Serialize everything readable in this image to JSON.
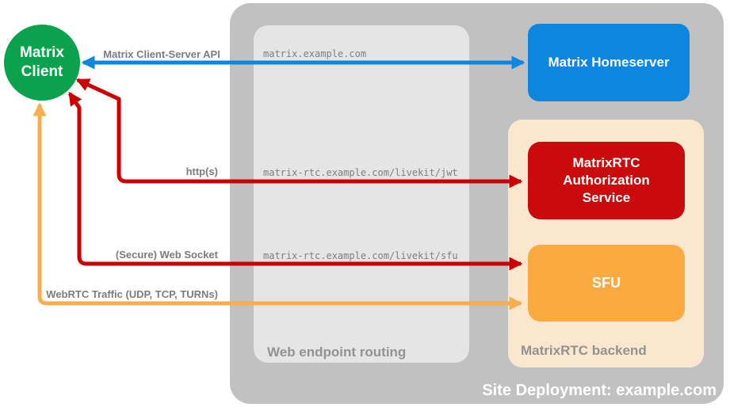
{
  "containers": {
    "site": "Site Deployment: example.com",
    "routing": "Web endpoint routing",
    "backend": "MatrixRTC backend"
  },
  "nodes": {
    "client": "Matrix Client",
    "homeserver": "Matrix Homeserver",
    "auth_service": "MatrixRTC Authorization Service",
    "sfu": "SFU"
  },
  "endpoints": {
    "homeserver": "matrix.example.com",
    "jwt": "matrix-rtc.example.com/livekit/jwt",
    "sfu": "matrix-rtc.example.com/livekit/sfu"
  },
  "connections": {
    "client_server_api": "Matrix Client-Server API",
    "http": "http(s)",
    "websocket": "(Secure) Web Socket",
    "webrtc": "WebRTC Traffic (UDP, TCP, TURNs)"
  },
  "colors": {
    "client_green": "#0aa24d",
    "homeserver_blue": "#0d86e0",
    "auth_red": "#cb0a0d",
    "sfu_orange": "#fba941",
    "arrow_red": "#cc0000",
    "arrow_orange": "#f9ae4d",
    "backend_peach": "#fbe7ce",
    "site_gray": "#c1c1c1",
    "routing_gray": "#e5e5e5"
  }
}
